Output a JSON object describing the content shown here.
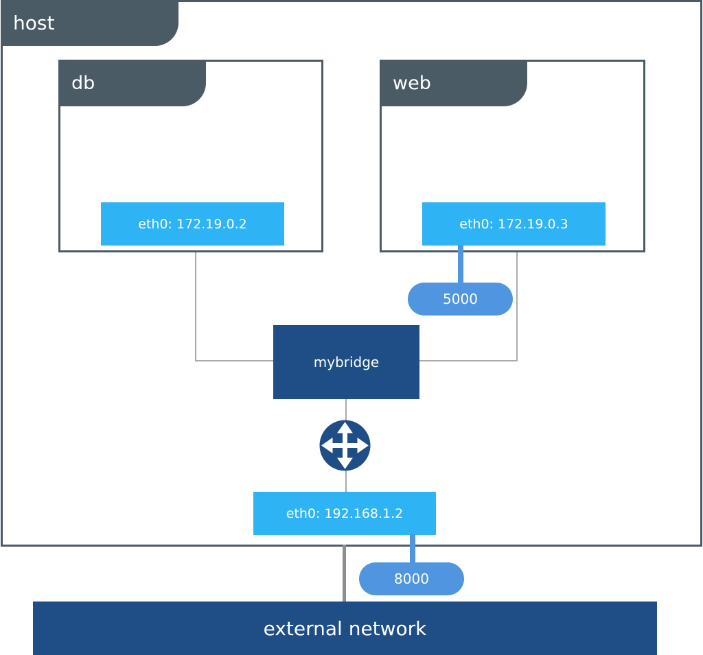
{
  "host": {
    "label": "host"
  },
  "containers": {
    "db": {
      "label": "db",
      "iface": "eth0: 172.19.0.2"
    },
    "web": {
      "label": "web",
      "iface": "eth0: 172.19.0.3",
      "port": "5000"
    }
  },
  "bridge": {
    "label": "mybridge"
  },
  "host_iface": {
    "label": "eth0: 192.168.1.2",
    "port": "8000"
  },
  "external": {
    "label": "external network"
  },
  "icons": {
    "router": "router-icon"
  },
  "colors": {
    "frame": "#4b5b66",
    "iface": "#2eb3f5",
    "port": "#4f95e0",
    "bridge": "#1f4e86"
  }
}
